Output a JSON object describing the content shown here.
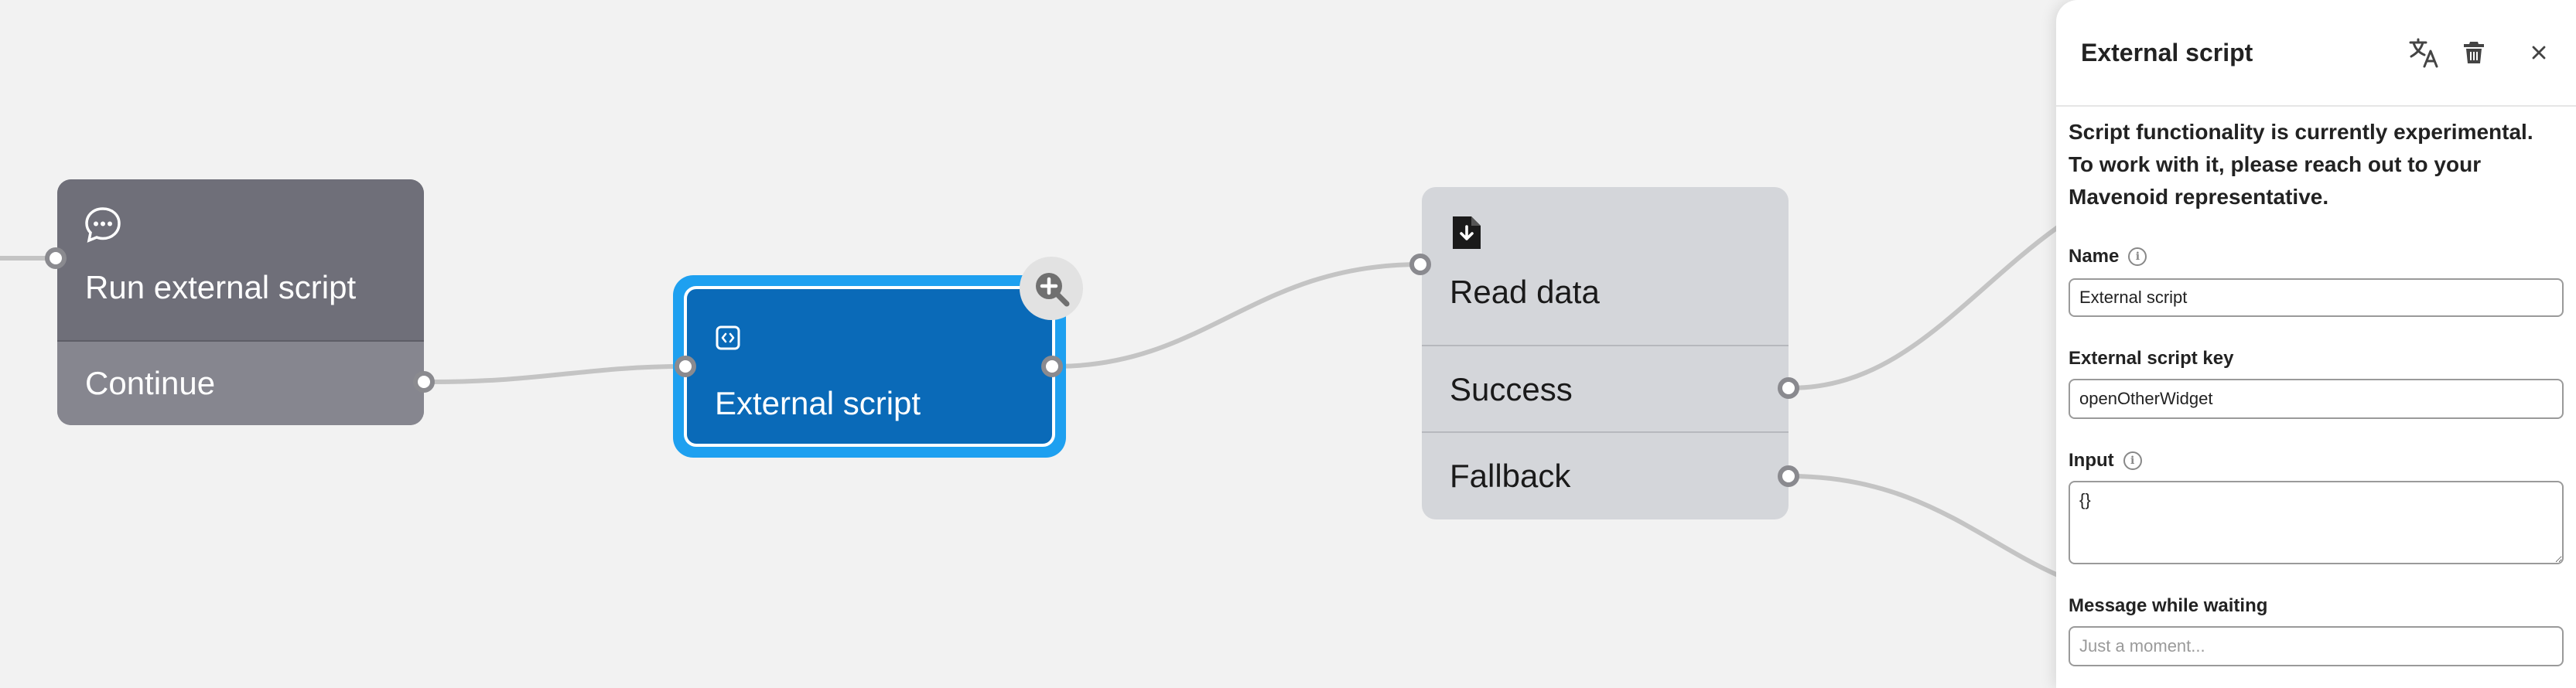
{
  "nodes": {
    "run_external_script": {
      "title": "Run external script",
      "icon": "chat-bubble-icon",
      "outputs": [
        "Continue"
      ]
    },
    "external_script": {
      "title": "External script",
      "icon": "code-icon",
      "selected": true,
      "add_icon": "zoom-plus-icon"
    },
    "read_data": {
      "title": "Read data",
      "icon": "download-file-icon",
      "outputs": [
        "Success",
        "Fallback"
      ]
    }
  },
  "panel": {
    "title": "External script",
    "header_icons": [
      "translate-icon",
      "trash-icon",
      "close-icon"
    ],
    "notice": "Script functionality is currently experimental. To work with it, please reach out to your Mavenoid representative.",
    "fields": {
      "name": {
        "label": "Name",
        "value": "External script"
      },
      "script_key": {
        "label": "External script key",
        "value": "openOtherWidget"
      },
      "input": {
        "label": "Input",
        "value": "{}"
      },
      "message_waiting": {
        "label": "Message while waiting",
        "value": "",
        "placeholder": "Just a moment..."
      }
    }
  },
  "colors": {
    "canvas": "#f2f2f2",
    "node_dark": "#6f6f79",
    "node_selected": "#0a6ab8",
    "selection_ring": "#1ea0f0",
    "node_light": "#d4d6da",
    "wire": "#c4c4c4"
  }
}
